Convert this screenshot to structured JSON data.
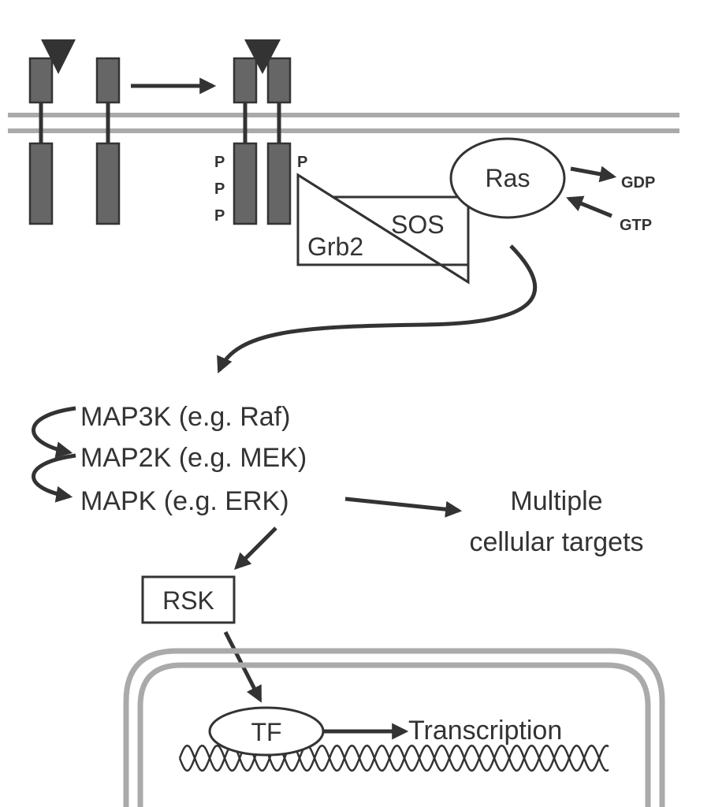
{
  "labels": {
    "phospho": "P",
    "ras": "Ras",
    "gdp": "GDP",
    "gtp": "GTP",
    "grb2": "Grb2",
    "sos": "SOS",
    "map3k": "MAP3K (e.g. Raf)",
    "map2k": "MAP2K (e.g. MEK)",
    "mapk": "MAPK (e.g. ERK)",
    "targets_line1": "Multiple",
    "targets_line2": "cellular targets",
    "rsk": "RSK",
    "tf": "TF",
    "transcription": "Transcription"
  },
  "colors": {
    "receptor_fill": "#666666",
    "outline": "#333333",
    "membrane": "#aaaaaa",
    "background": "#ffffff"
  }
}
